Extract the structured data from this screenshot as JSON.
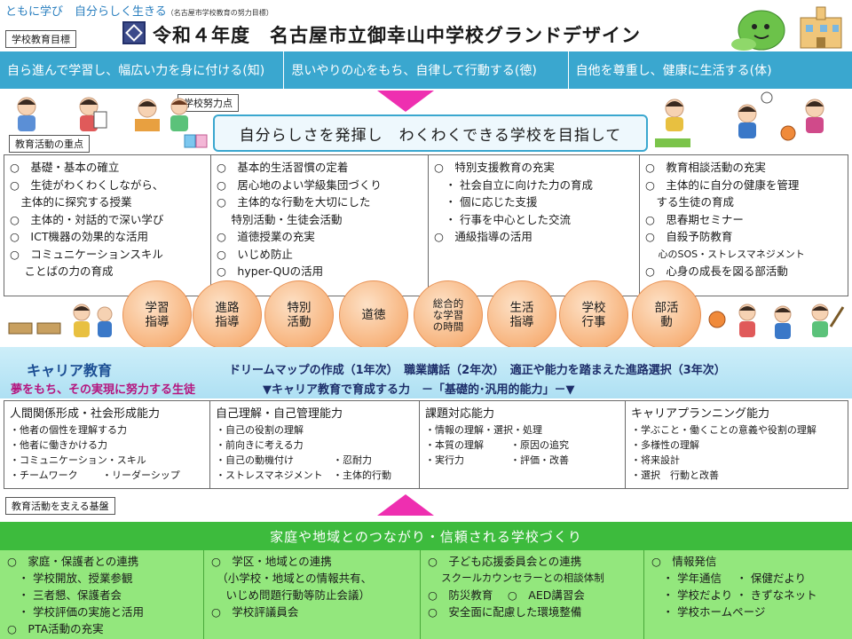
{
  "header": {
    "caption_main": "ともに学び　自分らしく生きる",
    "caption_sub": "（名古屋市学校教育の努力目標）",
    "title": "令和４年度　名古屋市立御幸山中学校グランドデザイン"
  },
  "labels": {
    "goals": "学校教育目標",
    "effort": "学校努力点",
    "focus_points": "教育活動の重点",
    "foundation": "教育活動を支える基盤"
  },
  "goals": [
    "自ら進んで学習し、幅広い力を身に付ける(知)",
    "思いやりの心をもち、自律して行動する(徳)",
    "自他を尊重し、健康に生活する(体)"
  ],
  "focus_statement": "自分らしさを発揮し　わくわくできる学校を目指して",
  "focus_columns": [
    [
      "○　基礎・基本の確立",
      "○　生徒がわくわくしながら、",
      "　主体的に探究する授業",
      "○　主体的・対話的で深い学び",
      "○　ICT機器の効果的な活用",
      "○　コミュニケーションスキル",
      "　 ことばの力の育成"
    ],
    [
      "○　基本的生活習慣の定着",
      "○　居心地のよい学級集団づくり",
      "○　主体的な行動を大切にした",
      "　 特別活動・生徒会活動",
      "○　道徳授業の充実",
      "○　いじめ防止",
      "○　hyper-QUの活用"
    ],
    [
      "○　特別支援教育の充実",
      "　・ 社会自立に向けた力の育成",
      "　・ 個に応じた支援",
      "　・ 行事を中心とした交流",
      "○　通級指導の活用"
    ],
    [
      "○　教育相談活動の充実",
      "○　主体的に自分の健康を管理",
      "　する生徒の育成",
      "○　思春期セミナー",
      "○　自殺予防教育",
      "　 心のSOS・ストレスマネジメント",
      "○　心身の成長を図る部活動"
    ]
  ],
  "activities": [
    "学習\n指導",
    "進路\n指導",
    "特別\n活動",
    "道徳",
    "総合的\nな学習\nの時間",
    "生活\n指導",
    "学校\n行事",
    "部活\n動"
  ],
  "career": {
    "title": "キャリア教育",
    "programs": "ドリームマップの作成（1年次）　職業講話（2年次）　適正や能力を踏まえた進路選択（3年次）",
    "aim": "夢をもち、その実現に努力する生徒",
    "abilities_caption": "▼キャリア教育で育成する力　－「基礎的･汎用的能力」－▼"
  },
  "abilities": [
    {
      "head": "人間関係形成・社会形成能力",
      "rows": [
        [
          "・他者の個性を理解する力"
        ],
        [
          "・他者に働きかける力"
        ],
        [
          "・コミュニケーション・スキル"
        ],
        [
          "・チームワーク",
          "・リーダーシップ"
        ]
      ]
    },
    {
      "head": "自己理解・自己管理能力",
      "rows": [
        [
          "・自己の役割の理解"
        ],
        [
          "・前向きに考える力"
        ],
        [
          "・自己の動機付け",
          "・忍耐力"
        ],
        [
          "・ストレスマネジメント",
          "・主体的行動"
        ]
      ]
    },
    {
      "head": "課題対応能力",
      "rows": [
        [
          "・情報の理解・選択・処理"
        ],
        [
          "・本質の理解",
          "・原因の追究"
        ],
        [
          "・実行力",
          "・評価・改善"
        ]
      ]
    },
    {
      "head": "キャリアプランニング能力",
      "rows": [
        [
          "・学ぶこと・働くことの意義や役割の理解"
        ],
        [
          "・多様性の理解"
        ],
        [
          "・将来設計"
        ],
        [
          "・選択　行動と改善"
        ]
      ]
    }
  ],
  "support_title": "家庭や地域とのつながり・信頼される学校づくり",
  "support_columns": [
    [
      "○　家庭・保護者との連携",
      "　・ 学校開放、授業参観",
      "　・ 三者懇、保護者会",
      "　・ 学校評価の実施と活用",
      "○　PTA活動の充実"
    ],
    [
      "○　学区・地域との連携",
      "　（小学校・地域との情報共有、",
      "　 いじめ問題行動等防止会議）",
      "○　学校評議員会"
    ],
    [
      "○　子ども応援委員会との連携",
      "　 スクールカウンセラーとの相談体制",
      "○　防災教育　 ○　AED講習会",
      "○　安全面に配慮した環境整備"
    ],
    [
      "○　情報発信",
      "　・ 学年通信　  ・ 保健だより",
      "　・ 学校だより ・ きずなネット",
      "　・ 学校ホームページ"
    ]
  ],
  "colors": {
    "band_blue": "#3aa7cf",
    "arrow_pink": "#ee2fb0",
    "circle_orange": "#f7b37c",
    "support_green": "#3dbb3d",
    "support_light": "#93e77d",
    "aim_magenta": "#b5167f"
  }
}
